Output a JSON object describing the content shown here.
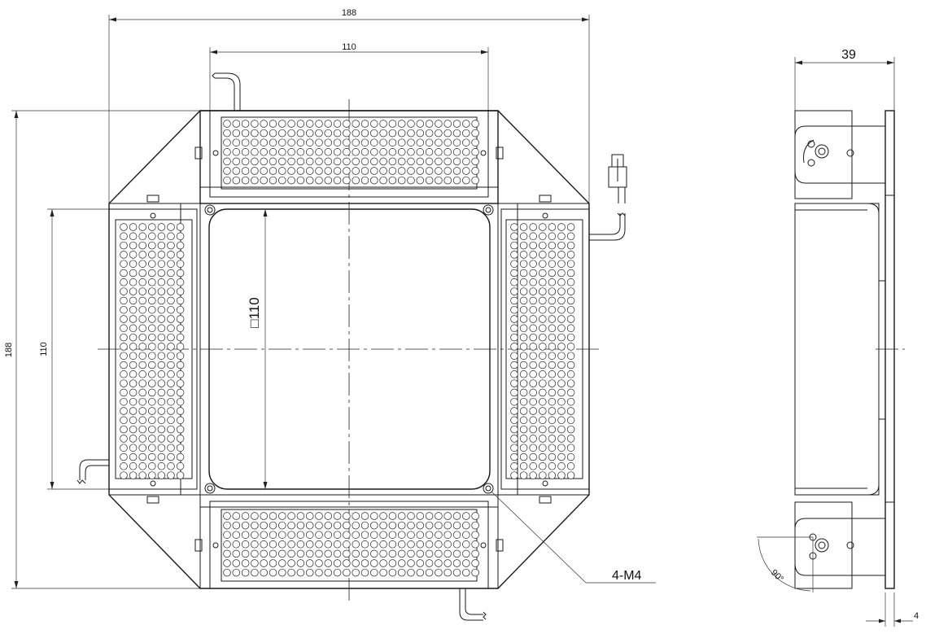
{
  "drawing": {
    "front_view": {
      "overall_width": "188",
      "overall_height": "188",
      "led_bar_length_top": "110",
      "led_bar_length_left": "110",
      "aperture": "□110",
      "mounting_holes": "4-M4"
    },
    "side_view": {
      "depth": "39",
      "plate_thickness": "4",
      "angle": "90°"
    }
  }
}
